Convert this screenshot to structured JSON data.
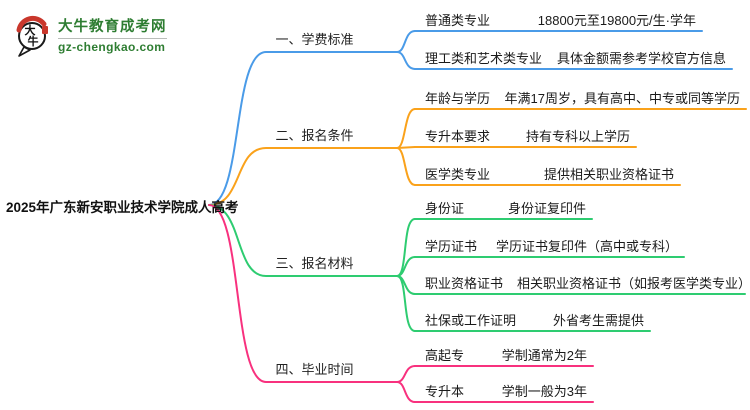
{
  "logo": {
    "icon_chars_top": "大",
    "icon_chars_bottom": "牛",
    "title": "大牛教育成考网",
    "subtitle": "gz-chengkao.com",
    "brand_color": "#2E7D32",
    "seal_color": "#C9372C"
  },
  "main_topic": "2025年广东新安职业技术学院成人高考",
  "branches": [
    {
      "label": "一、学费标准",
      "color": "#4A9BE8",
      "items": [
        {
          "label": "普通类专业",
          "value": "18800元至19800元/生·学年"
        },
        {
          "label": "理工类和艺术类专业",
          "value": "具体金额需参考学校官方信息"
        }
      ]
    },
    {
      "label": "二、报名条件",
      "color": "#FAA21B",
      "items": [
        {
          "label": "年龄与学历",
          "value": "年满17周岁，具有高中、中专或同等学历"
        },
        {
          "label": "专升本要求",
          "value": "持有专科以上学历"
        },
        {
          "label": "医学类专业",
          "value": "提供相关职业资格证书"
        }
      ]
    },
    {
      "label": "三、报名材料",
      "color": "#2ECC71",
      "items": [
        {
          "label": "身份证",
          "value": "身份证复印件"
        },
        {
          "label": "学历证书",
          "value": "学历证书复印件（高中或专科）"
        },
        {
          "label": "职业资格证书",
          "value": "相关职业资格证书（如报考医学类专业）"
        },
        {
          "label": "社保或工作证明",
          "value": "外省考生需提供"
        }
      ]
    },
    {
      "label": "四、毕业时间",
      "color": "#F8317E",
      "items": [
        {
          "label": "高起专",
          "value": "学制通常为2年"
        },
        {
          "label": "专升本",
          "value": "学制一般为3年"
        }
      ]
    }
  ]
}
